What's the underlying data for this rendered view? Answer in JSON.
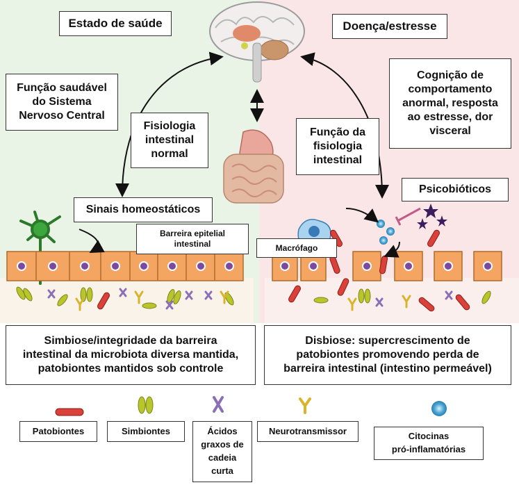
{
  "labels": {
    "health_state": "Estado de saúde",
    "disease_stress": "Doença/estresse",
    "healthy_cns": "Função saudável\ndo Sistema\nNervoso Central",
    "normal_physiology": "Fisiologia\nintestinal\nnormal",
    "gut_physiology_function": "Função da\nfisiologia\nintestinal",
    "abnormal_cognition": "Cognição de\ncomportamento\nanormal, resposta\nao estresse, dor\nvisceral",
    "homeostatic_signals": "Sinais homeostáticos",
    "epithelial_barrier": "Barreira epitelial\nintestinal",
    "psychobiotics": "Psicobióticos",
    "macrophage": "Macrófago",
    "symbiosis_caption": "Simbiose/integridade da barreira\nintestinal da microbiota diversa mantida,\npatobiontes mantidos sob controle",
    "dysbiosis_caption": "Disbiose: supercrescimento de\npatobiontes promovendo perda de\nbarreira intestinal (intestino permeável)"
  },
  "legend": [
    {
      "icon": "pathobiont-icon",
      "label": "Patobiontes"
    },
    {
      "icon": "symbiont-icon",
      "label": "Simbiontes"
    },
    {
      "icon": "scfa-icon",
      "label": "Ácidos\ngraxos de\ncadeia\ncurta"
    },
    {
      "icon": "neurotransmitter-icon",
      "label": "Neurotransmissor"
    },
    {
      "icon": "cytokine-icon",
      "label": "Citocinas\npró-inflamatórias"
    }
  ],
  "colors": {
    "healthy_bg": "#e8f3e3",
    "disease_bg": "#f9e3e3",
    "epithelial_cell": "#f2a35e",
    "nucleus": "#7b4a9c",
    "pathobiont": "#d9423a",
    "symbiont": "#b9c62b",
    "scfa": "#8a6fb5",
    "neurotransmitter": "#d9b42a",
    "cytokine": "#4aa7d6",
    "neuron": "#2e9a2e",
    "arrow": "#111111"
  }
}
